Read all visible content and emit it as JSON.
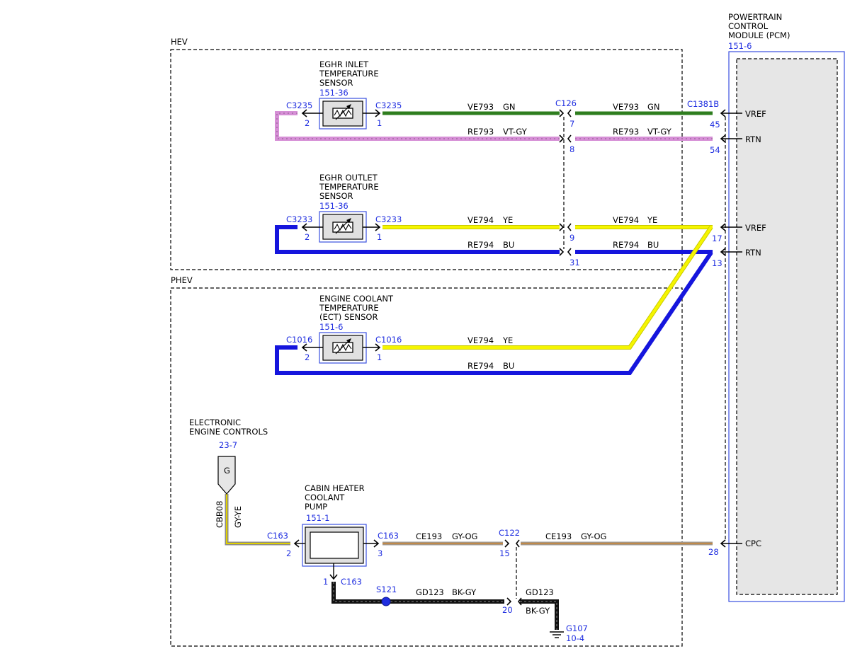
{
  "groups": {
    "hev": "HEV",
    "phev": "PHEV"
  },
  "pcm": {
    "title_lines": [
      "POWERTRAIN",
      "CONTROL",
      "MODULE (PCM)"
    ],
    "ref": "151-6",
    "connector": "C1381B",
    "signals": {
      "vref1": "VREF",
      "rtn1": "RTN",
      "vref2": "VREF",
      "rtn2": "RTN",
      "cpc": "CPC"
    },
    "pins": {
      "p45": "45",
      "p54": "54",
      "p17": "17",
      "p13": "13",
      "p28": "28"
    }
  },
  "components": {
    "eghr_inlet": {
      "lines": [
        "EGHR INLET",
        "TEMPERATURE",
        "SENSOR"
      ],
      "ref": "151-36",
      "conn_left": "C3235",
      "conn_right": "C3235",
      "pin_left": "2",
      "pin_right": "1"
    },
    "eghr_outlet": {
      "lines": [
        "EGHR OUTLET",
        "TEMPERATURE",
        "SENSOR"
      ],
      "ref": "151-36",
      "conn_left": "C3233",
      "conn_right": "C3233",
      "pin_left": "2",
      "pin_right": "1"
    },
    "ect": {
      "lines": [
        "ENGINE COOLANT",
        "TEMPERATURE",
        "(ECT) SENSOR"
      ],
      "ref": "151-6",
      "conn_left": "C1016",
      "conn_right": "C1016",
      "pin_left": "2",
      "pin_right": "1"
    },
    "cabin_pump": {
      "lines": [
        "CABIN HEATER",
        "COOLANT",
        "PUMP"
      ],
      "ref": "151-1",
      "conn_left": "C163",
      "conn_right": "C163",
      "conn_bottom": "C163",
      "pin_left": "2",
      "pin_right": "3",
      "pin_bottom": "1"
    },
    "eec": {
      "lines": [
        "ELECTRONIC",
        "ENGINE CONTROLS"
      ],
      "ref": "23-7",
      "terminal": "G"
    },
    "ground": {
      "id": "G107",
      "ref": "10-4"
    },
    "splice": {
      "id": "S121"
    }
  },
  "inline_connectors": {
    "c126": {
      "id": "C126",
      "pins": {
        "p7": "7",
        "p8": "8",
        "p9": "9",
        "p31": "31"
      }
    },
    "c122": {
      "id": "C122",
      "pins": {
        "p15": "15",
        "p20": "20"
      }
    }
  },
  "wires": {
    "ve793_a": {
      "circuit": "VE793",
      "color": "GN",
      "hex": "#2e7d1e"
    },
    "ve793_b": {
      "circuit": "VE793",
      "color": "GN",
      "hex": "#2e7d1e"
    },
    "re793_a": {
      "circuit": "RE793",
      "color": "VT-GY",
      "hex": "#d68fd6"
    },
    "re793_b": {
      "circuit": "RE793",
      "color": "VT-GY",
      "hex": "#d68fd6"
    },
    "ve794_a": {
      "circuit": "VE794",
      "color": "YE",
      "hex": "#f2f200"
    },
    "ve794_b": {
      "circuit": "VE794",
      "color": "YE",
      "hex": "#f2f200"
    },
    "re794_a": {
      "circuit": "RE794",
      "color": "BU",
      "hex": "#1515dd"
    },
    "re794_b": {
      "circuit": "RE794",
      "color": "BU",
      "hex": "#1515dd"
    },
    "ve794_c": {
      "circuit": "VE794",
      "color": "YE",
      "hex": "#f2f200"
    },
    "re794_c": {
      "circuit": "RE794",
      "color": "BU",
      "hex": "#1515dd"
    },
    "ce193_a": {
      "circuit": "CE193",
      "color": "GY-OG",
      "hex": "#b08a5a"
    },
    "ce193_b": {
      "circuit": "CE193",
      "color": "GY-OG",
      "hex": "#b08a5a"
    },
    "gd123_a": {
      "circuit": "GD123",
      "color": "BK-GY",
      "hex": "#111111"
    },
    "gd123_b": {
      "circuit": "GD123",
      "color": "BK-GY",
      "hex": "#111111"
    },
    "cbb08": {
      "circuit": "CBB08",
      "color": "GY-YE",
      "hex": "#9a9a3a"
    }
  }
}
